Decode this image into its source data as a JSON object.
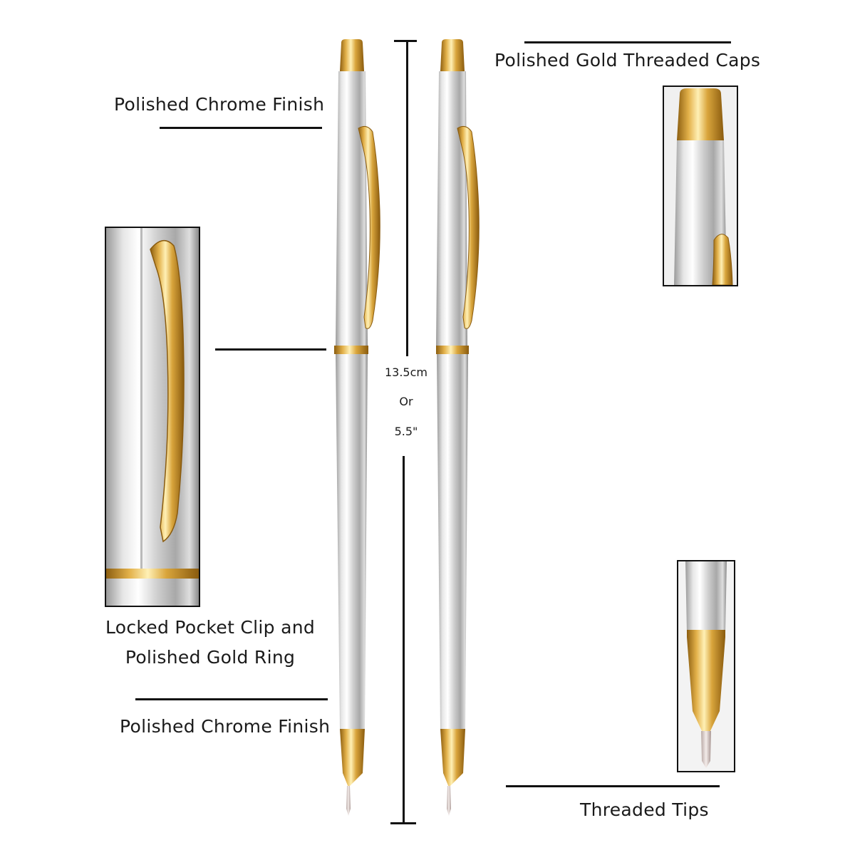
{
  "labels": {
    "chrome_top": "Polished Chrome Finish",
    "gold_caps": "Polished Gold Threaded Caps",
    "clip_ring_line1": "Locked Pocket Clip and",
    "clip_ring_line2": "Polished Gold Ring",
    "chrome_bottom": "Polished Chrome Finish",
    "tips": "Threaded  Tips"
  },
  "dimension": {
    "metric": "13.5cm",
    "separator": "Or",
    "imperial": "5.5\""
  },
  "colors": {
    "chrome_light": "#f4f4f4",
    "chrome_mid": "#c9c9c9",
    "chrome_dark": "#8f8f8f",
    "gold_light": "#f6dc8a",
    "gold_mid": "#d8a53a",
    "gold_dark": "#9a6a12",
    "line": "#111111"
  },
  "icons": {
    "pens": "ballpoint-pen-icon",
    "clip_detail": "pocket-clip-icon",
    "cap_detail": "pen-cap-icon",
    "tip_detail": "pen-tip-icon"
  }
}
